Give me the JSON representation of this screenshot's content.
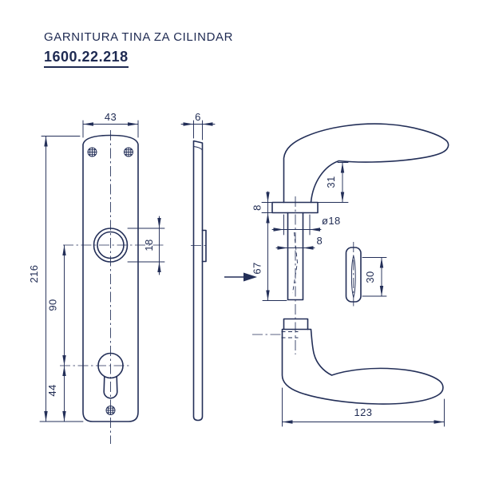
{
  "title": {
    "product_name": "GARNITURA TINA ZA CILINDAR",
    "product_code": "1600.22.218"
  },
  "colors": {
    "line": "#232f58",
    "text": "#1e2a52",
    "background": "#ffffff"
  },
  "views": {
    "plate_front": {
      "width": "43",
      "height": "216",
      "handle_hole_diameter": "18",
      "hole_spacing": "90",
      "bottom_offset": "44"
    },
    "plate_side": {
      "thickness": "6"
    },
    "handle_top": {
      "grip_height": "31",
      "collar_height": "8",
      "neck_diameter": "ø18",
      "spindle_width": "8",
      "stem_length": "67"
    },
    "rosette_side": {
      "height": "30"
    },
    "handle_side": {
      "length": "123"
    }
  }
}
